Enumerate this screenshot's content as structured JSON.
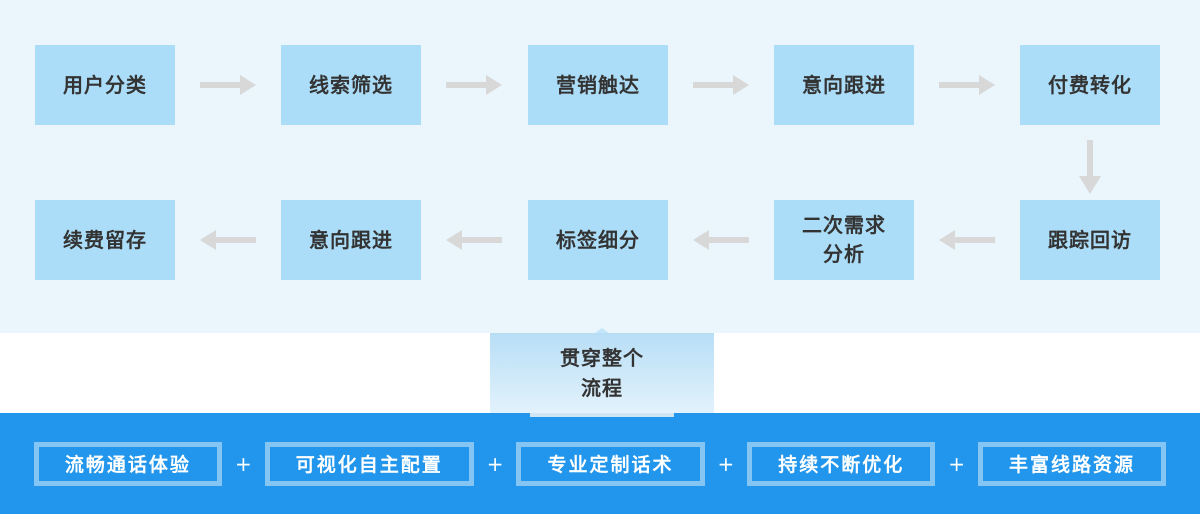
{
  "colors": {
    "top_section_bg": "#eaf5fc",
    "box_fill": "#abddf8",
    "box_outline": "#2191d8",
    "arrow_gray": "#d8d8d8",
    "text_dark": "#333333",
    "bottom_bar_bg": "#2196ec",
    "pill_border": "rgba(255,255,255,0.45)",
    "callout_gradient_top": "#b7def6",
    "callout_gradient_bottom": "#e3f2fc"
  },
  "flow": {
    "row1": [
      {
        "label": "用户分类"
      },
      {
        "label": "线索筛选"
      },
      {
        "label": "营销触达"
      },
      {
        "label": "意向跟进"
      },
      {
        "label": "付费转化"
      }
    ],
    "row2": [
      {
        "label": "续费留存"
      },
      {
        "label": "意向跟进"
      },
      {
        "label": "标签细分"
      },
      {
        "line1": "二次需求",
        "line2": "分析"
      },
      {
        "label": "跟踪回访"
      }
    ]
  },
  "callout": {
    "line1": "贯穿整个",
    "line2": "流程"
  },
  "bottom_bar": {
    "separator": "+",
    "items": [
      {
        "label": "流畅通话体验"
      },
      {
        "label": "可视化自主配置"
      },
      {
        "label": "专业定制话术"
      },
      {
        "label": "持续不断优化"
      },
      {
        "label": "丰富线路资源"
      }
    ]
  }
}
